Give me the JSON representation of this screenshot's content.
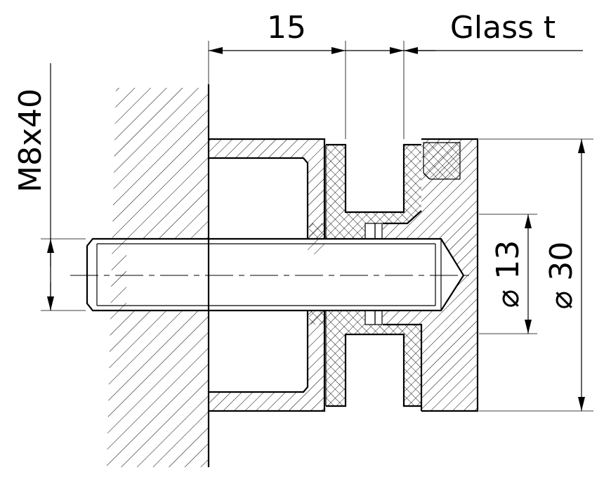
{
  "dimensions": {
    "width_15": "15",
    "glass_t": "Glass t",
    "bolt": "M8x40",
    "dia_13": "⌀ 13",
    "dia_30": "⌀ 30"
  },
  "colors": {
    "line": "#000000",
    "background": "#ffffff"
  }
}
